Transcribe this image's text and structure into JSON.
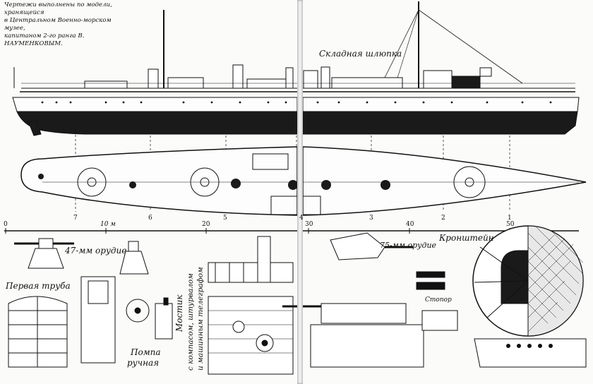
{
  "header": {
    "line1": "Чертежи выполнены по модели, хранящейся",
    "line2": "в Центральном Военно-морском музее,",
    "line3": "капитаном 2-го ранга В. НАУМЕНКОВЫМ."
  },
  "labels": {
    "folding_boat": "Складная шлюпка",
    "gun_47": "47-мм орудие",
    "gun_75": "75-мм орудие",
    "first_funnel": "Первая труба",
    "hand_pump_1": "Помпа",
    "hand_pump_2": "ручная",
    "bridge_1": "Мостик",
    "bridge_2": "с компасом, штурвалом",
    "bridge_3": "и машинным телеграфом",
    "bracket": "Кронштейн",
    "stopper": "Стопор"
  },
  "scale": {
    "ticks": [
      "0",
      "10 м",
      "20",
      "30",
      "40",
      "50"
    ],
    "frames_left": [
      "7",
      "6",
      "5",
      "4"
    ],
    "frames_right": [
      "3",
      "2",
      "1"
    ]
  },
  "colors": {
    "ink": "#111111",
    "paper": "#fbfbfa",
    "hull": "#1a1a1a"
  }
}
